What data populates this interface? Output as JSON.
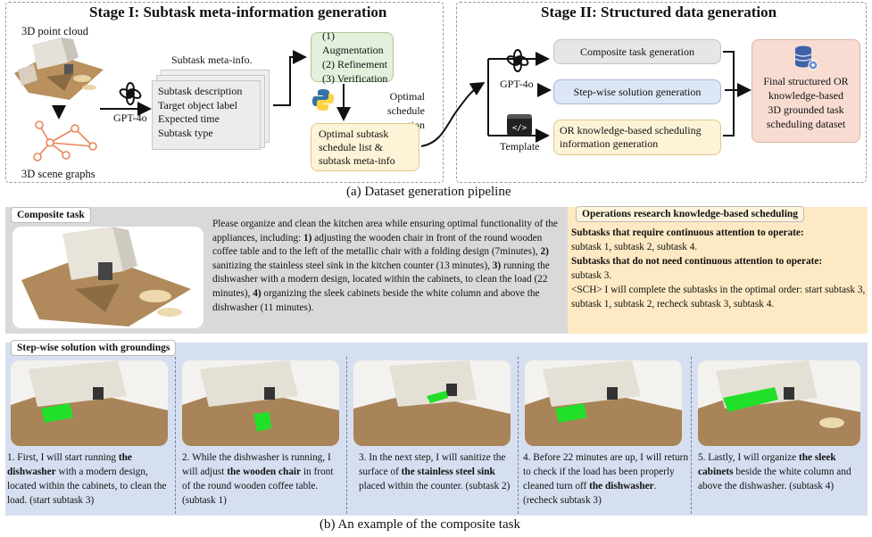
{
  "stage1": {
    "title": "Stage I: Subtask meta-information generation",
    "point_cloud_label": "3D point cloud",
    "scene_graph_label": "3D scene graphs",
    "meta_title": "Subtask meta-info.",
    "meta_items": [
      "Subtask description",
      "Target object label",
      "Expected time",
      "Subtask type"
    ],
    "gpt_label": "GPT-4o",
    "aug_items": [
      "(1) Augmentation",
      "(2) Refinement",
      "(3) Verification"
    ],
    "optimal_label_1": "Optimal schedule",
    "optimal_label_2": "generation",
    "schedule_box": [
      "Optimal subtask",
      "schedule list &",
      "subtask meta-info"
    ]
  },
  "stage2": {
    "title": "Stage II: Structured data generation",
    "gpt_label": "GPT-4o",
    "template_label": "Template",
    "composite": "Composite task generation",
    "stepwise": "Step-wise solution generation",
    "or_box": [
      "OR knowledge-based scheduling",
      "information  generation"
    ],
    "final_box": [
      "Final structured OR",
      "knowledge-based",
      "3D grounded task",
      "scheduling dataset"
    ]
  },
  "caption_a": "(a) Dataset generation pipeline",
  "composite_task": {
    "tag": "Composite task",
    "intro": "Please organize and clean the kitchen area while ensuring optimal functionality of the appliances, including: ",
    "p1n": "1)",
    "p1": " adjusting the wooden chair in front of the round wooden coffee table and to the left of the metallic chair with a folding design (7minutes), ",
    "p2n": "2)",
    "p2": " sanitizing the stainless steel sink in the kitchen counter (13 minutes), ",
    "p3n": "3)",
    "p3": " running the dishwasher with a modern design, located within the cabinets, to clean the load (22 minutes), ",
    "p4n": "4)",
    "p4": " organizing the sleek cabinets beside the white column and above the dishwasher (11 minutes)."
  },
  "or_sched": {
    "tag": "Operations research knowledge-based scheduling",
    "h1": "Subtasks that require continuous attention to operate:",
    "l1": "subtask 1, subtask 2, subtask 4.",
    "h2": "Subtasks that do not need continuous attention to operate:",
    "l2": "subtask 3.",
    "l3": "<SCH> I will complete the subtasks in the optimal order: start subtask 3, subtask 1, subtask 2, recheck subtask 3, subtask 4."
  },
  "stepwise": {
    "tag": "Step-wise solution with groundings",
    "steps": [
      {
        "a": "1. First, I will start running ",
        "b": "the dishwasher",
        "c": " with a modern design, located within the cabinets, to clean the load. (start subtask 3)"
      },
      {
        "a": "2. While the dishwasher is running, I will adjust ",
        "b": "the wooden chair",
        "c": " in front of the round wooden coffee table. (subtask 1)"
      },
      {
        "a": "3. In the next step, I will sanitize the surface of ",
        "b": "the stainless steel sink",
        "c": " placed within the counter. (subtask 2)"
      },
      {
        "a": "4. Before 22 minutes are up, I will return to check if the load has been properly cleaned turn off ",
        "b": "the dishwasher",
        "c": ". (recheck subtask 3)"
      },
      {
        "a": "5. Lastly, I will organize ",
        "b": "the sleek cabinets",
        "c": " beside the white column and above the dishwasher. (subtask 4)"
      }
    ]
  },
  "caption_b": "(b) An example of the composite task",
  "colors": {
    "green_box": "#e3f1dc",
    "yellow_box": "#fdf3d6",
    "blue_box": "#dde6f4",
    "gray_box": "#e9e9e9",
    "final_box": "#f8dcd2",
    "composite_bg": "#d9d9d9",
    "or_bg": "#fde9c3",
    "step_bg": "#d6dff0",
    "highlight": "#22e02a"
  }
}
